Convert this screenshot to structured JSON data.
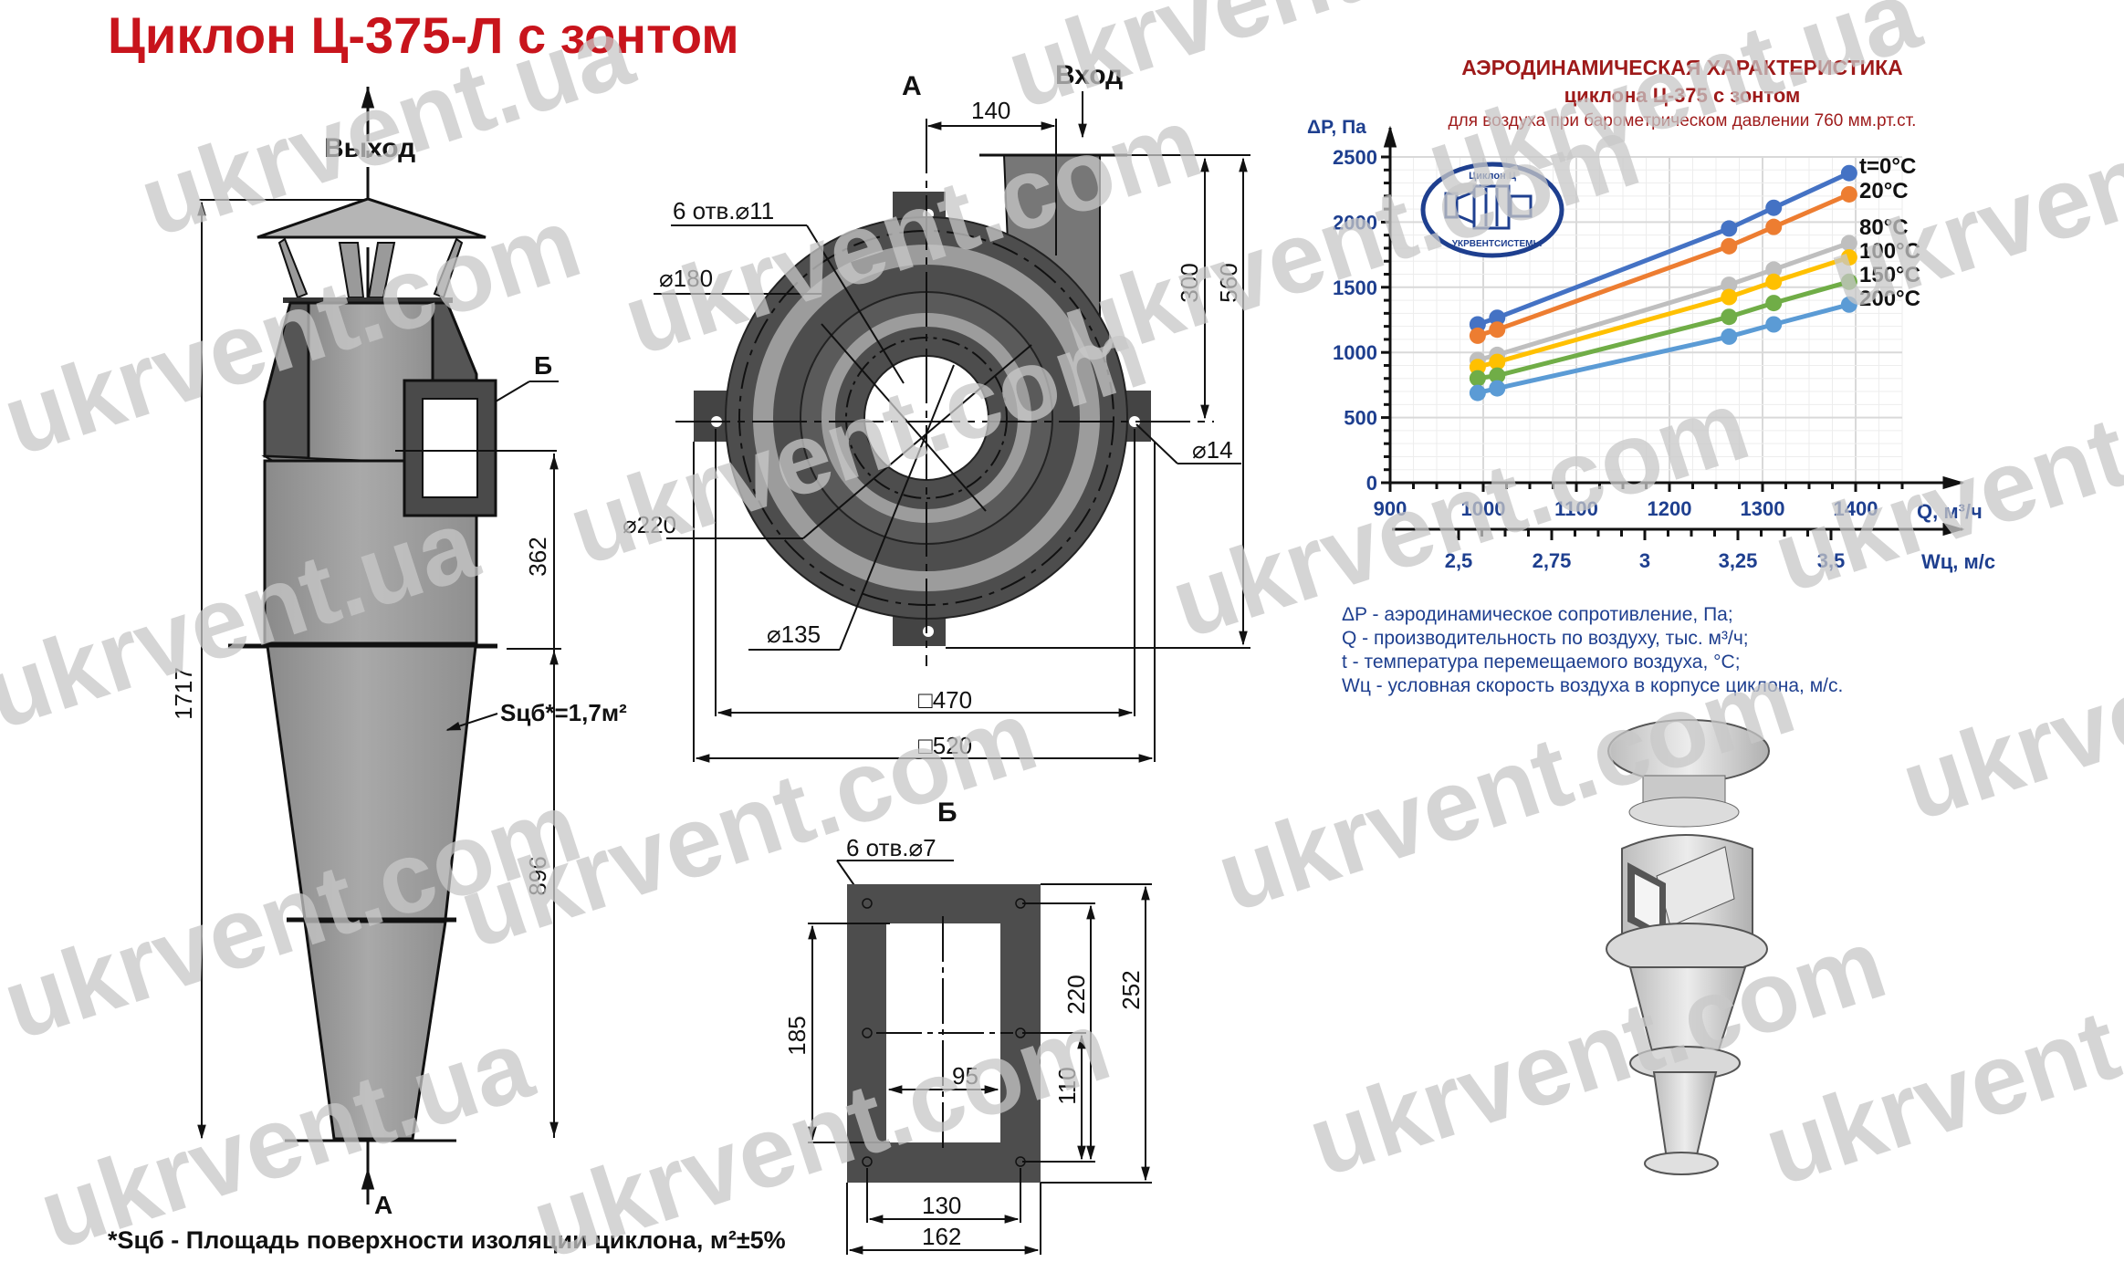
{
  "title": "Циклон Ц-375-Л с зонтом",
  "colors": {
    "title": "#c8141c",
    "chart_title": "#9e1a1a",
    "axis_blue": "#1e3f8f"
  },
  "side_view": {
    "outlet_label": "Выход",
    "section_label": "А",
    "flange_label": "Б",
    "dim_total_height": "1717",
    "dim_inlet_center": "362",
    "dim_cone": "896",
    "surface_note": "Sцб*=1,7м²",
    "footnote": "*Sцб - Площадь поверхности изоляции циклона, м²±5%"
  },
  "top_view": {
    "label": "А",
    "inlet_label": "Вход",
    "dim_140": "140",
    "dim_300": "300",
    "dim_560": "560",
    "holes": "6 отв.⌀11",
    "d180": "⌀180",
    "d220": "⌀220",
    "d135": "⌀135",
    "d14": "⌀14",
    "sq470": "□470",
    "sq520": "□520"
  },
  "flange_view": {
    "label": "Б",
    "holes": "6 отв.⌀7",
    "dim_185": "185",
    "dim_220": "220",
    "dim_252": "252",
    "dim_95": "95",
    "dim_110": "110",
    "dim_130": "130",
    "dim_162": "162"
  },
  "chart": {
    "title1": "АЭРОДИНАМИЧЕСКАЯ ХАРАКТЕРИСТИКА",
    "title2": "циклона Ц-375 с зонтом",
    "title3": "для воздуха при барометрическом давлении 760 мм.рт.ст.",
    "logo_text_top": "Циклон Ц",
    "logo_text_bottom": "УКРВЕНТСИСТЕМЫ",
    "legend_notes": [
      "ΔP - аэродинамическое сопротивление, Па;",
      "Q - производительность по воздуху, тыс. м³/ч;",
      "t - температура перемещаемого воздуха, °C;",
      "Wц - условная скорость воздуха в корпусе циклона, м/с."
    ]
  },
  "watermark": [
    "ukrvent.ua",
    "ukrvent.com"
  ],
  "chart_data": {
    "type": "line",
    "title": "АЭРОДИНАМИЧЕСКАЯ ХАРАКТЕРИСТИКА циклона Ц-375 с зонтом",
    "subtitle": "для воздуха при барометрическом давлении 760 мм.рт.ст.",
    "xlabel": "Q, м³/ч",
    "x2label": "Wц, м/с",
    "ylabel": "ΔP, Па",
    "xlim": [
      900,
      1450
    ],
    "ylim": [
      0,
      2500
    ],
    "xticks": [
      900,
      1000,
      1100,
      1200,
      1300,
      1400
    ],
    "yticks": [
      0,
      500,
      1000,
      1500,
      2000,
      2500
    ],
    "x2ticks": [
      {
        "label": "2,5",
        "q": 1000
      },
      {
        "label": "2,75",
        "q": 1100
      },
      {
        "label": "3",
        "q": 1200
      },
      {
        "label": "3,25",
        "q": 1300
      },
      {
        "label": "3,5",
        "q": 1400
      }
    ],
    "grid": true,
    "x": [
      994,
      1015,
      1264,
      1312,
      1393
    ],
    "series": [
      {
        "name": "t=0°C",
        "color": "#4472c4",
        "values": [
          1215,
          1266,
          1951,
          2110,
          2376
        ]
      },
      {
        "name": "20°C",
        "color": "#ed7d31",
        "values": [
          1128,
          1175,
          1815,
          1963,
          2213
        ]
      },
      {
        "name": "80°C",
        "color": "#bfbfbf",
        "values": [
          942,
          981,
          1519,
          1636,
          1839
        ]
      },
      {
        "name": "100°C",
        "color": "#ffc000",
        "values": [
          888,
          927,
          1425,
          1542,
          1729
        ]
      },
      {
        "name": "150°C",
        "color": "#70ad47",
        "values": [
          801,
          822,
          1273,
          1379,
          1542
        ]
      },
      {
        "name": "200°C",
        "color": "#5b9bd5",
        "values": [
          689,
          724,
          1121,
          1215,
          1367
        ]
      }
    ]
  }
}
